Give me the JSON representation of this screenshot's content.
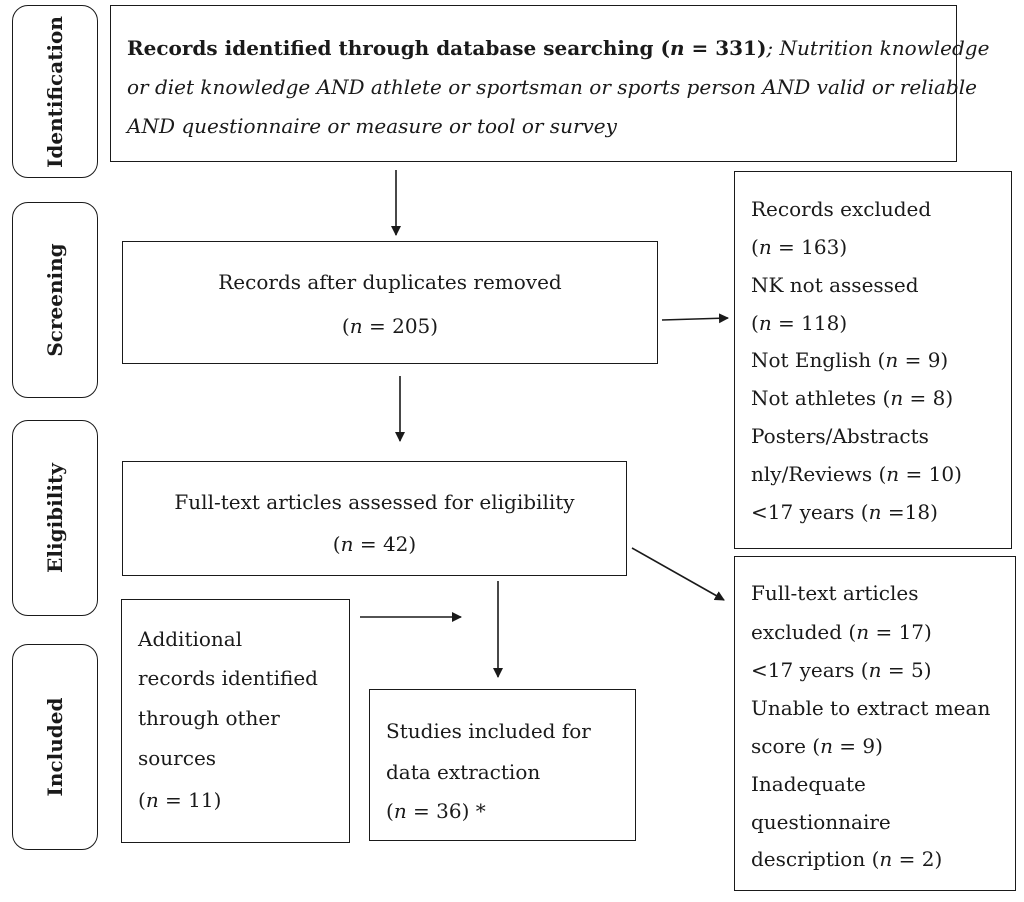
{
  "stages": {
    "identification": "Identification",
    "screening": "Screening",
    "eligibility": "Eligibility",
    "included": "Included"
  },
  "identification_box": {
    "bold": "Records identified through database searching (",
    "n_italic": "n",
    "bold_tail": " = 331)",
    "italic_1": "; Nutrition knowledge",
    "italic_2": "or diet knowledge AND athlete or sportsman or sports person AND valid or reliable",
    "italic_3": "AND questionnaire or measure or tool or survey"
  },
  "screening_box": {
    "line1": "Records after duplicates removed",
    "n": "n",
    "count": " = 205)",
    "open": "("
  },
  "excluded_box": {
    "line1": "Records excluded",
    "line2": " = 163)",
    "line3": "NK not assessed",
    "line4": " = 118)",
    "line5_pre": "Not English (",
    "line5_post": " = 9)",
    "line6_pre": "Not athletes (",
    "line6_post": " = 8)",
    "line7": "Posters/Abstracts",
    "line8_pre": "nly/Reviews (",
    "line8_post": " = 10)",
    "line9_pre": "<17 years (",
    "line9_post": " =18)",
    "n": "n",
    "open": "("
  },
  "eligibility_box": {
    "line1": "Full-text articles assessed for eligibility",
    "open": "(",
    "n": "n",
    "count": " = 42)"
  },
  "additional_box": {
    "line1": "Additional",
    "line2": "records identified",
    "line3": "through other",
    "line4": "sources",
    "open": "(",
    "n": "n",
    "count": " = 11)"
  },
  "included_box": {
    "line1": "Studies included for",
    "line2": "data extraction",
    "open": "(",
    "n": "n",
    "count": " = 36) *"
  },
  "fulltext_excluded_box": {
    "line1": "Full-text articles",
    "line2_pre": "excluded (",
    "line2_post": " = 17)",
    "line3_pre": "<17 years (",
    "line3_post": " = 5)",
    "line4": "Unable to extract mean",
    "line5_pre": "score (",
    "line5_post": " = 9)",
    "line6": "Inadequate",
    "line7": "questionnaire",
    "line8_pre": "description (",
    "line8_post": " = 2)",
    "n": "n"
  },
  "colors": {
    "stroke": "#1a1a1a",
    "background": "#ffffff"
  }
}
